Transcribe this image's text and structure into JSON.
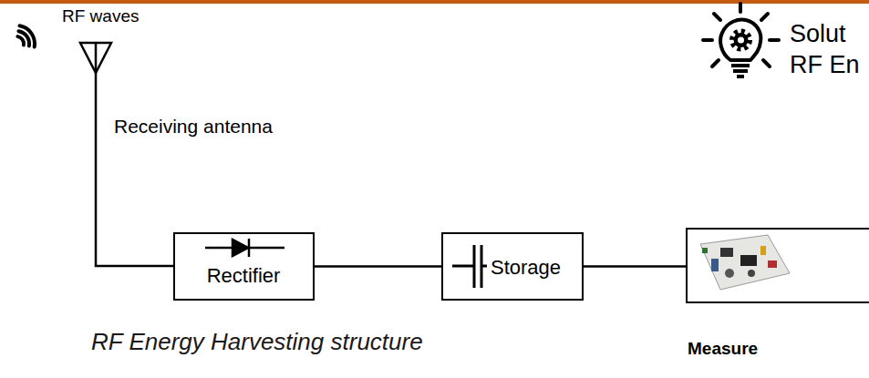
{
  "diagram": {
    "caption": "RF Energy Harvesting structure",
    "nodes": [
      {
        "text": [
          "Rectifier"
        ]
      },
      {
        "text": [
          "Storage"
        ]
      },
      {
        "text": [
          "Measure"
        ]
      }
    ],
    "edges": [
      {
        "from": 0,
        "to": 1,
        "arrow": "none"
      },
      {
        "from": 1,
        "to": 2,
        "arrow": "none"
      }
    ],
    "labels": [
      "RF waves",
      "Receiving antenna",
      "Solut",
      "RF En"
    ]
  }
}
